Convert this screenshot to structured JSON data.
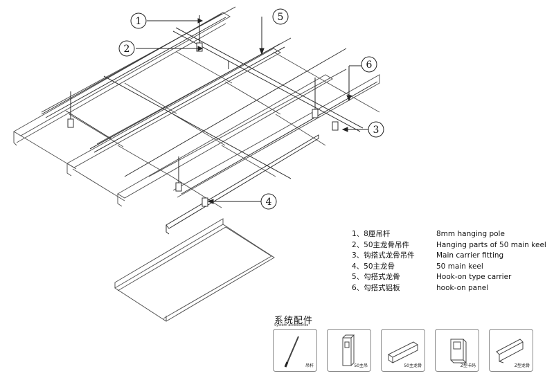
{
  "callouts": [
    {
      "num": "1"
    },
    {
      "num": "2"
    },
    {
      "num": "5"
    },
    {
      "num": "6"
    },
    {
      "num": "3"
    },
    {
      "num": "4"
    }
  ],
  "legend": [
    {
      "cn": "1、8厘吊杆",
      "en": "8mm hanging pole"
    },
    {
      "cn": "2、50主龙骨吊件",
      "en": "Hanging parts of 50 main keel"
    },
    {
      "cn": "3、钩搭式龙骨吊件",
      "en": "Main carrier fitting"
    },
    {
      "cn": "4、50主龙骨",
      "en": "50 main keel"
    },
    {
      "cn": "5、勾搭式龙骨",
      "en": "Hook-on type carrier"
    },
    {
      "cn": "6、勾搭式铝板",
      "en": "hook-on panel"
    }
  ],
  "accessories": {
    "title": "系统配件",
    "subtitle": "System accessories",
    "items": [
      {
        "label": "吊杆",
        "icon": "hanging-rod-icon"
      },
      {
        "label": "50主吊",
        "icon": "main-hanger-icon"
      },
      {
        "label": "50主龙骨",
        "icon": "main-keel-icon"
      },
      {
        "label": "Z型卡码",
        "icon": "z-clip-icon"
      },
      {
        "label": "Z型龙骨",
        "icon": "z-keel-icon"
      }
    ]
  }
}
